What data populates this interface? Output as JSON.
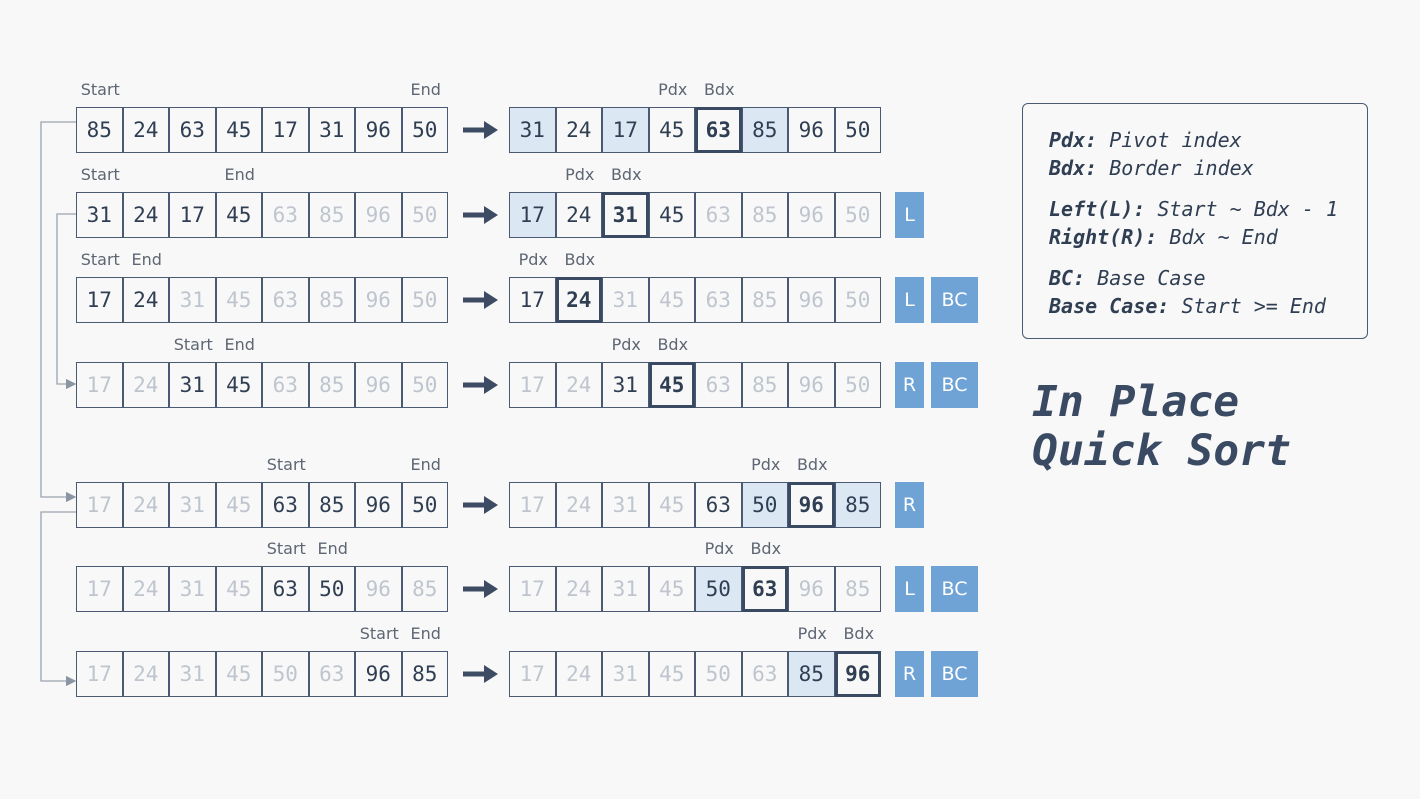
{
  "legend": {
    "pdx_key": "Pdx:",
    "pdx_val": " Pivot index",
    "bdx_key": "Bdx:",
    "bdx_val": " Border index",
    "left_key": "Left(L):",
    "left_val": " Start ~ Bdx - 1",
    "right_key": "Right(R):",
    "right_val": " Bdx ~ End",
    "bc_key": "BC:",
    "bc_val": " Base Case",
    "base_key": "Base Case:",
    "base_val": " Start >= End"
  },
  "title": {
    "line1": "In Place",
    "line2": "Quick Sort"
  },
  "rows": [
    {
      "before": [
        85,
        24,
        63,
        45,
        17,
        31,
        96,
        50
      ],
      "before_dim": [],
      "before_labels": [
        {
          "text": "Start",
          "index": 0
        },
        {
          "text": "End",
          "index": 7
        }
      ],
      "after": [
        31,
        24,
        17,
        45,
        63,
        85,
        96,
        50
      ],
      "after_dim": [],
      "after_hl": [
        0,
        2,
        5
      ],
      "after_bd": 4,
      "after_labels": [
        {
          "text": "Pdx",
          "index": 3
        },
        {
          "text": "Bdx",
          "index": 4
        }
      ],
      "tags": []
    },
    {
      "before": [
        31,
        24,
        17,
        45,
        63,
        85,
        96,
        50
      ],
      "before_dim": [
        4,
        5,
        6,
        7
      ],
      "before_labels": [
        {
          "text": "Start",
          "index": 0
        },
        {
          "text": "End",
          "index": 3
        }
      ],
      "after": [
        17,
        24,
        31,
        45,
        63,
        85,
        96,
        50
      ],
      "after_dim": [
        4,
        5,
        6,
        7
      ],
      "after_hl": [
        0
      ],
      "after_bd": 2,
      "after_labels": [
        {
          "text": "Pdx",
          "index": 1
        },
        {
          "text": "Bdx",
          "index": 2
        }
      ],
      "tags": [
        "L"
      ]
    },
    {
      "before": [
        17,
        24,
        31,
        45,
        63,
        85,
        96,
        50
      ],
      "before_dim": [
        2,
        3,
        4,
        5,
        6,
        7
      ],
      "before_labels": [
        {
          "text": "Start",
          "index": 0
        },
        {
          "text": "End",
          "index": 1
        }
      ],
      "after": [
        17,
        24,
        31,
        45,
        63,
        85,
        96,
        50
      ],
      "after_dim": [
        2,
        3,
        4,
        5,
        6,
        7
      ],
      "after_hl": [],
      "after_bd": 1,
      "after_labels": [
        {
          "text": "Pdx",
          "index": 0
        },
        {
          "text": "Bdx",
          "index": 1
        }
      ],
      "tags": [
        "L",
        "BC"
      ]
    },
    {
      "before": [
        17,
        24,
        31,
        45,
        63,
        85,
        96,
        50
      ],
      "before_dim": [
        0,
        1,
        4,
        5,
        6,
        7
      ],
      "before_labels": [
        {
          "text": "Start",
          "index": 2
        },
        {
          "text": "End",
          "index": 3
        }
      ],
      "after": [
        17,
        24,
        31,
        45,
        63,
        85,
        96,
        50
      ],
      "after_dim": [
        0,
        1,
        4,
        5,
        6,
        7
      ],
      "after_hl": [],
      "after_bd": 3,
      "after_labels": [
        {
          "text": "Pdx",
          "index": 2
        },
        {
          "text": "Bdx",
          "index": 3
        }
      ],
      "tags": [
        "R",
        "BC"
      ]
    },
    {
      "before": [
        17,
        24,
        31,
        45,
        63,
        85,
        96,
        50
      ],
      "before_dim": [
        0,
        1,
        2,
        3
      ],
      "before_labels": [
        {
          "text": "Start",
          "index": 4
        },
        {
          "text": "End",
          "index": 7
        }
      ],
      "after": [
        17,
        24,
        31,
        45,
        63,
        50,
        96,
        85
      ],
      "after_dim": [
        0,
        1,
        2,
        3
      ],
      "after_hl": [
        5,
        7
      ],
      "after_bd": 6,
      "after_labels": [
        {
          "text": "Pdx",
          "index": 5
        },
        {
          "text": "Bdx",
          "index": 6
        }
      ],
      "tags": [
        "R"
      ]
    },
    {
      "before": [
        17,
        24,
        31,
        45,
        63,
        50,
        96,
        85
      ],
      "before_dim": [
        0,
        1,
        2,
        3,
        6,
        7
      ],
      "before_labels": [
        {
          "text": "Start",
          "index": 4
        },
        {
          "text": "End",
          "index": 5
        }
      ],
      "after": [
        17,
        24,
        31,
        45,
        50,
        63,
        96,
        85
      ],
      "after_dim": [
        0,
        1,
        2,
        3,
        6,
        7
      ],
      "after_hl": [
        4
      ],
      "after_bd": 5,
      "after_labels": [
        {
          "text": "Pdx",
          "index": 4
        },
        {
          "text": "Bdx",
          "index": 5
        }
      ],
      "tags": [
        "L",
        "BC"
      ]
    },
    {
      "before": [
        17,
        24,
        31,
        45,
        50,
        63,
        96,
        85
      ],
      "before_dim": [
        0,
        1,
        2,
        3,
        4,
        5
      ],
      "before_labels": [
        {
          "text": "Start",
          "index": 6
        },
        {
          "text": "End",
          "index": 7
        }
      ],
      "after": [
        17,
        24,
        31,
        45,
        50,
        63,
        85,
        96
      ],
      "after_dim": [
        0,
        1,
        2,
        3,
        4,
        5
      ],
      "after_hl": [
        6
      ],
      "after_bd": 7,
      "after_labels": [
        {
          "text": "Pdx",
          "index": 6
        },
        {
          "text": "Bdx",
          "index": 7
        }
      ],
      "tags": [
        "R",
        "BC"
      ]
    }
  ]
}
